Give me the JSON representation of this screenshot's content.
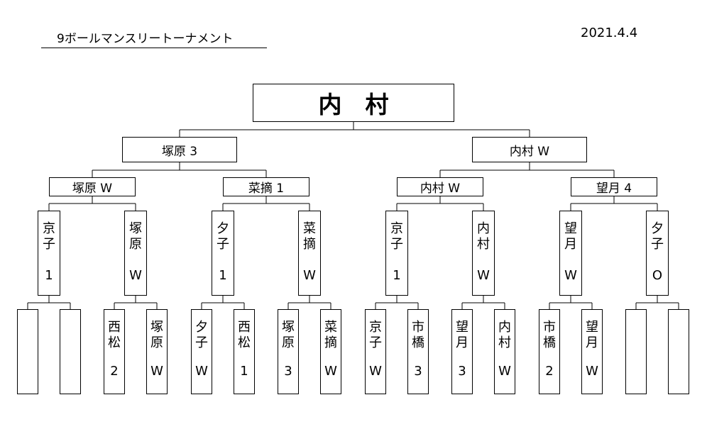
{
  "header": {
    "title": "9ボールマンスリートーナメント",
    "date": "2021.4.4"
  },
  "champion": {
    "name": "内　村"
  },
  "level1": [
    {
      "name": "塚原",
      "score": "3"
    },
    {
      "name": "内村",
      "score": "W"
    }
  ],
  "level2": [
    {
      "name": "塚原",
      "score": "W"
    },
    {
      "name": "菜摘",
      "score": "1"
    },
    {
      "name": "内村",
      "score": "W"
    },
    {
      "name": "望月",
      "score": "4"
    }
  ],
  "level3": [
    {
      "name": "京子",
      "score": "1"
    },
    {
      "name": "塚原",
      "score": "W"
    },
    {
      "name": "夕子",
      "score": "1"
    },
    {
      "name": "菜摘",
      "score": "W"
    },
    {
      "name": "京子",
      "score": "1"
    },
    {
      "name": "内村",
      "score": "W"
    },
    {
      "name": "望月",
      "score": "W"
    },
    {
      "name": "夕子",
      "score": "O"
    }
  ],
  "level4": [
    {
      "name": "",
      "score": ""
    },
    {
      "name": "",
      "score": ""
    },
    {
      "name": "西松",
      "score": "2"
    },
    {
      "name": "塚原",
      "score": "W"
    },
    {
      "name": "夕子",
      "score": "W"
    },
    {
      "name": "西松",
      "score": "1"
    },
    {
      "name": "塚原",
      "score": "3"
    },
    {
      "name": "菜摘",
      "score": "W"
    },
    {
      "name": "京子",
      "score": "W"
    },
    {
      "name": "市橋",
      "score": "3"
    },
    {
      "name": "望月",
      "score": "3"
    },
    {
      "name": "内村",
      "score": "W"
    },
    {
      "name": "市橋",
      "score": "2"
    },
    {
      "name": "望月",
      "score": "W"
    },
    {
      "name": "",
      "score": ""
    },
    {
      "name": "",
      "score": ""
    }
  ]
}
